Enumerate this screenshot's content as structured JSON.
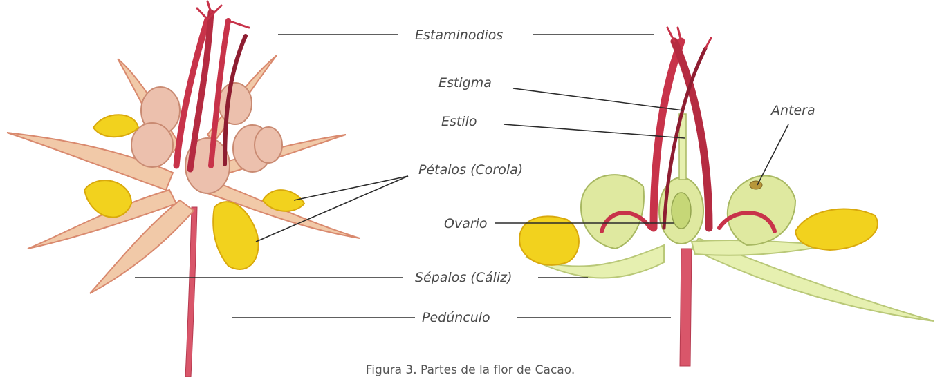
{
  "labels": {
    "estaminodios": "Estaminodios",
    "estigma": "Estigma",
    "estilo": "Estilo",
    "antera": "Antera",
    "petalos": "Pétalos (Corola)",
    "ovario": "Ovario",
    "sepalos": "Sépalos (Cáliz)",
    "pedunculo": "Pedúnculo"
  },
  "caption": "Figura 3. Partes de la flor de Cacao.",
  "colors": {
    "sepal_left": "#f1c9a8",
    "sepal_left_edge": "#d9896e",
    "sepal_right": "#e6f0b0",
    "sepal_right_edge": "#b9c878",
    "petal_yellow": "#f2d21e",
    "petal_yellow_dark": "#d9a90c",
    "petal_pink": "#ecc0ad",
    "staminode_red": "#c8334a",
    "staminode_dark": "#8e1d31",
    "peduncle": "#d9566a",
    "ovary": "#dfe9a0",
    "leader": "#2b2b2b"
  }
}
